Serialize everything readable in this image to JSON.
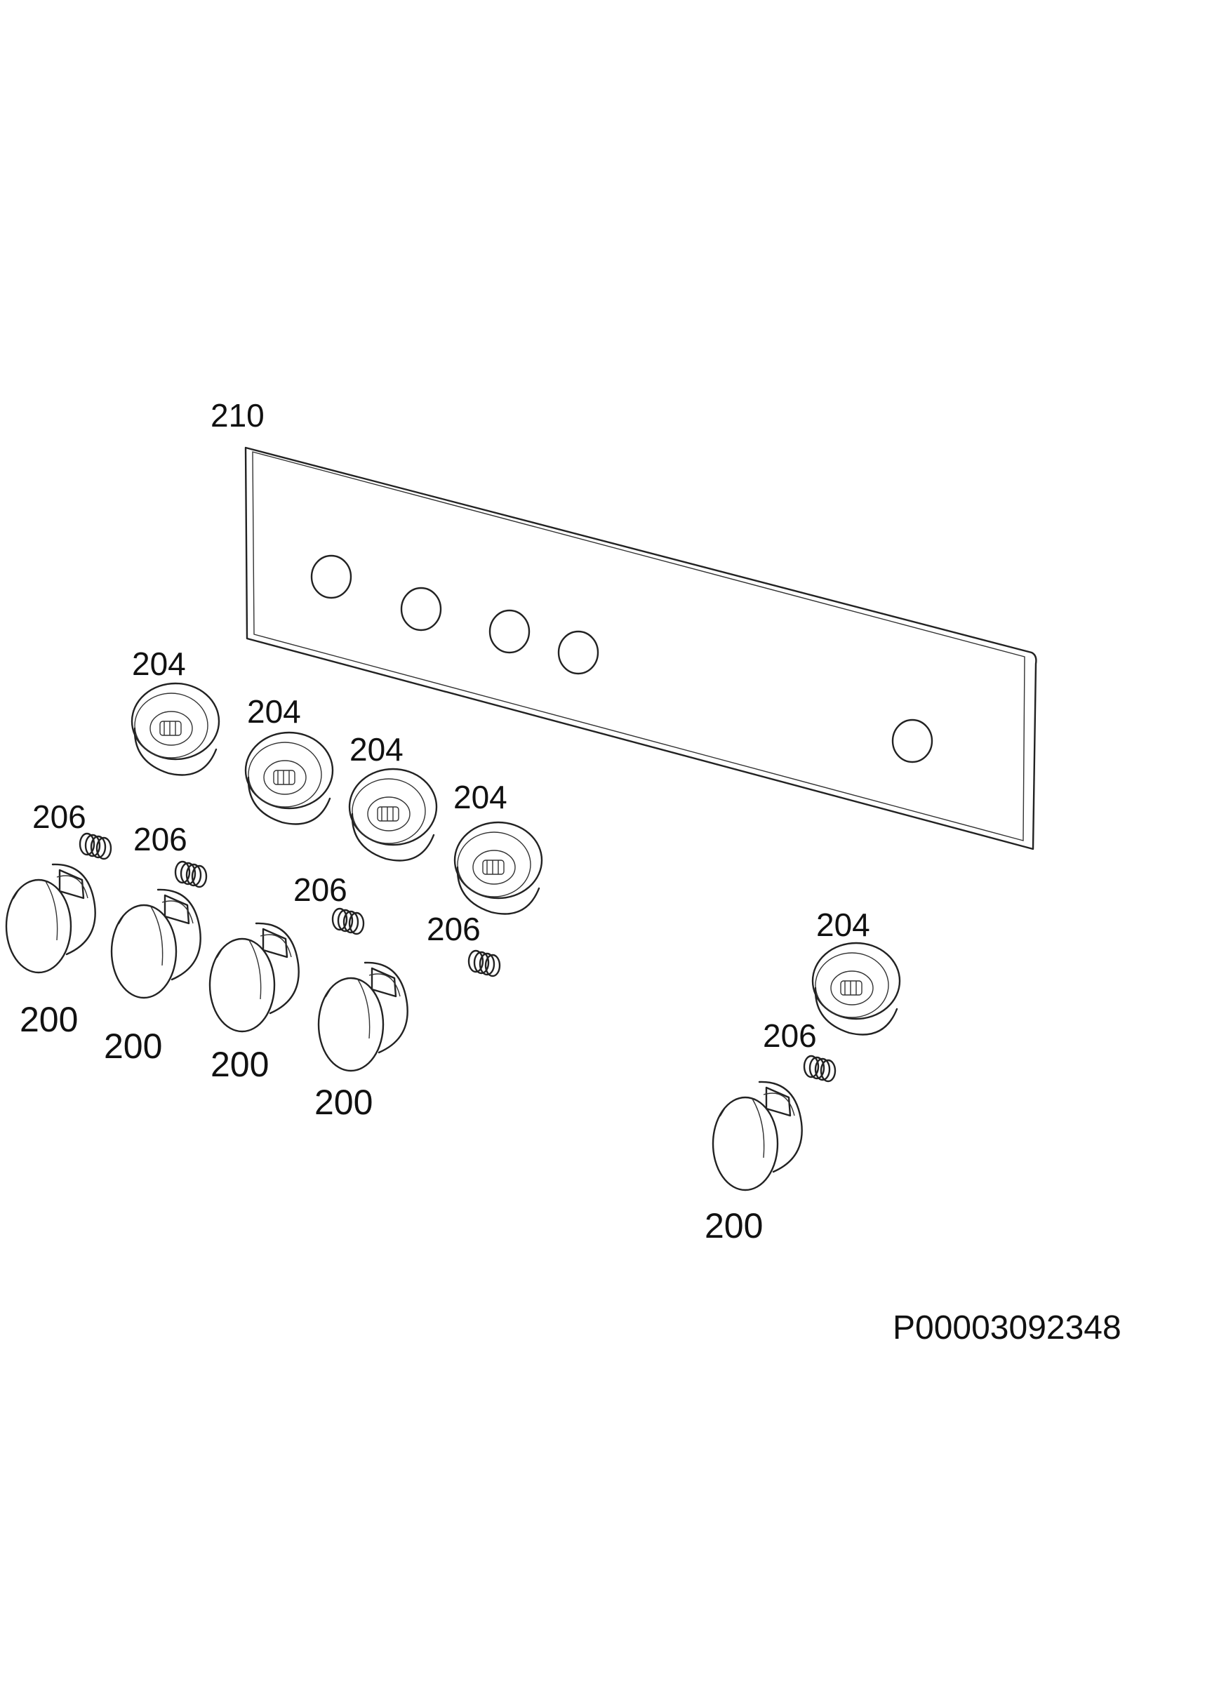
{
  "document_ref": "P00003092348",
  "parts": {
    "panel": "210",
    "seal": "204",
    "spring": "206",
    "knob": "200"
  }
}
